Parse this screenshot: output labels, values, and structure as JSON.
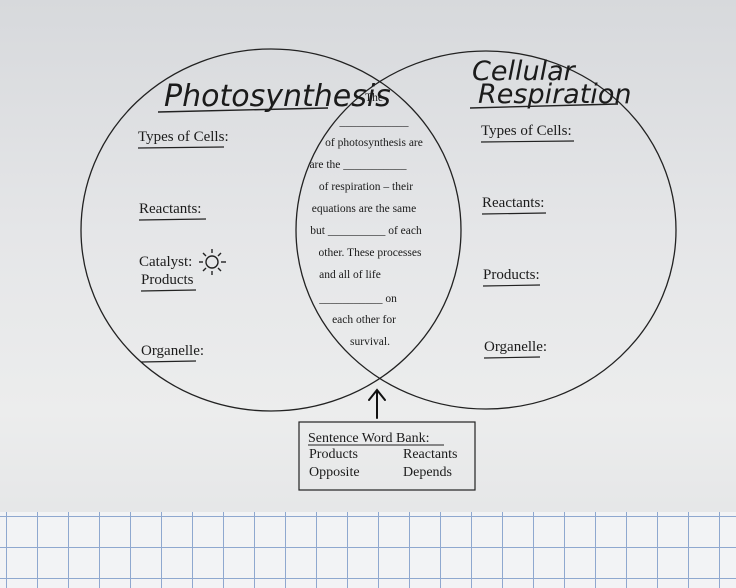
{
  "left_circle": {
    "title": "Photosynthesis",
    "types_of_cells": "Types of Cells:",
    "reactants": "Reactants:",
    "catalyst": "Catalyst:",
    "products": "Products",
    "organelle": "Organelle:"
  },
  "right_circle": {
    "title_line1": "Cellular",
    "title_line2": "Respiration",
    "types_of_cells": "Types of Cells:",
    "reactants": "Reactants:",
    "products": "Products:",
    "organelle": "Organelle:"
  },
  "middle": {
    "lines": [
      "The",
      "____________",
      "of photosynthesis are",
      "are the ___________",
      "of respiration – their",
      "equations are the same",
      "but __________ of each",
      "other.  These processes",
      "and all of life",
      "___________ on",
      "each other for",
      "survival."
    ]
  },
  "word_bank": {
    "title": "Sentence Word Bank:",
    "words": [
      "Products",
      "Reactants",
      "Opposite",
      "Depends"
    ]
  },
  "icons": {
    "catalyst_icon": "sun-icon",
    "pointer_icon": "arrow-up-icon"
  },
  "colors": {
    "paper": "#e9eaec",
    "ink": "#1b1b1b",
    "grid_line": "#8fa8cf"
  }
}
